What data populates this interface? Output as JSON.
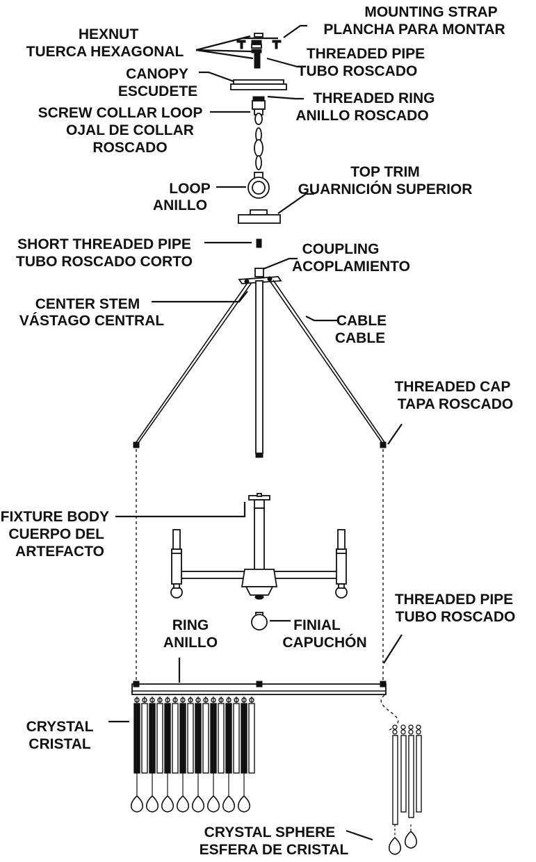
{
  "labels": {
    "mounting_strap": [
      "MOUNTING STRAP",
      "PLANCHA PARA MONTAR"
    ],
    "hexnut": [
      "HEXNUT",
      "TUERCA HEXAGONAL"
    ],
    "threaded_pipe_top": [
      "THREADED PIPE",
      "TUBO ROSCADO"
    ],
    "canopy": [
      "CANOPY",
      "ESCUDETE"
    ],
    "threaded_ring": [
      "THREADED RING",
      "ANILLO ROSCADO"
    ],
    "screw_collar_loop": [
      "SCREW COLLAR LOOP",
      "OJAL DE COLLAR",
      "ROSCADO"
    ],
    "loop": [
      "LOOP",
      "ANILLO"
    ],
    "top_trim": [
      "TOP TRIM",
      "GUARNICIÓN SUPERIOR"
    ],
    "short_threaded_pipe": [
      "SHORT THREADED PIPE",
      "TUBO ROSCADO CORTO"
    ],
    "coupling": [
      "COUPLING",
      "ACOPLAMIENTO"
    ],
    "center_stem": [
      "CENTER STEM",
      "VÁSTAGO CENTRAL"
    ],
    "cable": [
      "CABLE",
      "CABLE"
    ],
    "threaded_cap": [
      "THREADED CAP",
      "TAPA ROSCADO"
    ],
    "fixture_body": [
      "FIXTURE BODY",
      "CUERPO DEL",
      "ARTEFACTO"
    ],
    "threaded_pipe_ring": [
      "THREADED PIPE",
      "TUBO ROSCADO"
    ],
    "ring": [
      "RING",
      "ANILLO"
    ],
    "finial": [
      "FINIAL",
      "CAPUCHÓN"
    ],
    "crystal": [
      "CRYSTAL",
      "CRISTAL"
    ],
    "crystal_sphere": [
      "CRYSTAL SPHERE",
      "ESFERA DE CRISTAL"
    ]
  },
  "colors": {
    "ink": "#111111",
    "background": "#ffffff"
  }
}
